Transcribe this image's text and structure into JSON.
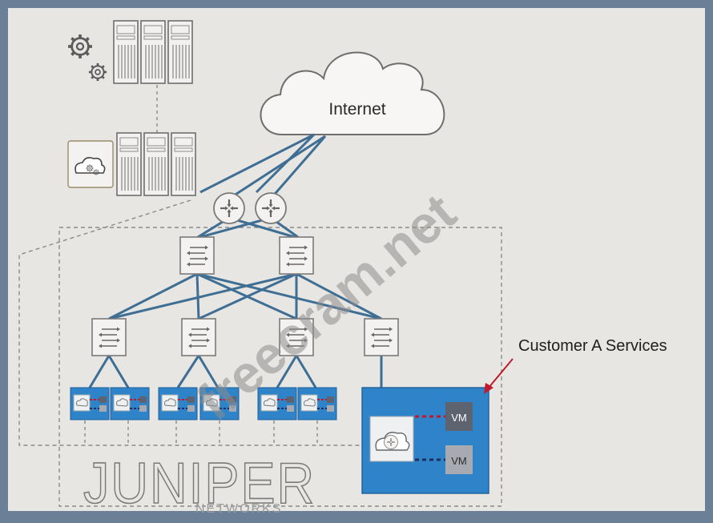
{
  "cloud_label": "Internet",
  "callout_label": "Customer A Services",
  "vm_labels": [
    "VM",
    "VM"
  ],
  "brand": {
    "wordmark": "JUNIPER",
    "sub": "NETWORKS"
  },
  "watermark": "freecram.net",
  "colors": {
    "frame": "#6b7f96",
    "paper": "#e8e6e3",
    "link": "#3f6e94",
    "customer_box": "#2f83c9",
    "vm_dark": "#5d6470",
    "vm_light": "#a7abb1",
    "arrow": "#c01a2a",
    "watermark": "#8c8c8c"
  },
  "icons": [
    "gear-icon",
    "server-rack-icon",
    "cloud-gear-icon",
    "router-icon",
    "switch-icon",
    "host-icon"
  ]
}
